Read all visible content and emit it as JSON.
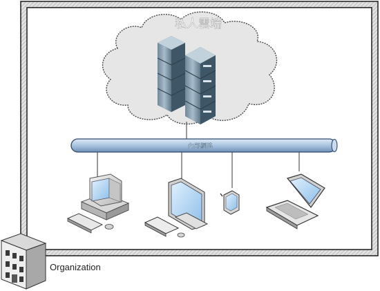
{
  "diagram": {
    "cloud_label": "私人雲端",
    "network_label": "內部網路",
    "organization_label": "Organization"
  },
  "colors": {
    "boundary_fill": "#dcdcdc",
    "inner_fill": "#ffffff",
    "cloud_fill": "#e8e8e8",
    "cloud_stroke": "#555555",
    "bus_fill": "#b7cfe6",
    "bus_stroke": "#2c4a6b",
    "server_fill": "#8fa6b6",
    "server_dark": "#4d6575",
    "screen_blue": "#a9d0f5"
  },
  "icons": [
    "server-rack-icon",
    "desktop-computer-icon",
    "monitor-icon",
    "mobile-device-icon",
    "laptop-icon",
    "building-icon"
  ]
}
